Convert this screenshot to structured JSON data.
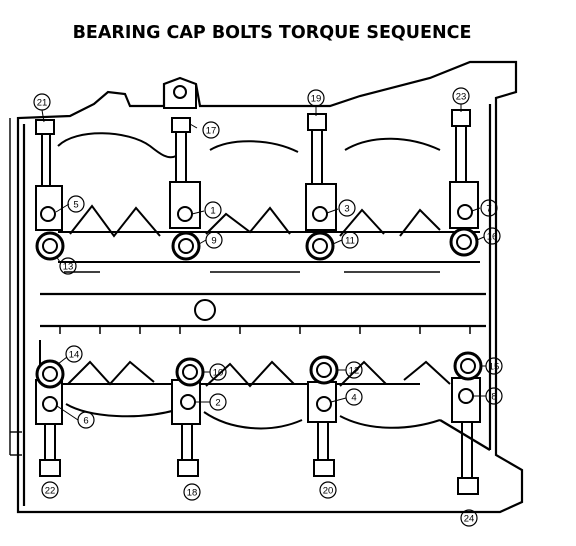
{
  "title": "BEARING CAP BOLTS TORQUE SEQUENCE",
  "callouts": [
    {
      "id": "c1",
      "label": "1"
    },
    {
      "id": "c2",
      "label": "2"
    },
    {
      "id": "c3",
      "label": "3"
    },
    {
      "id": "c4",
      "label": "4"
    },
    {
      "id": "c5",
      "label": "5"
    },
    {
      "id": "c6",
      "label": "6"
    },
    {
      "id": "c7",
      "label": "7"
    },
    {
      "id": "c8",
      "label": "8"
    },
    {
      "id": "c9",
      "label": "9"
    },
    {
      "id": "c10",
      "label": "10"
    },
    {
      "id": "c11",
      "label": "11"
    },
    {
      "id": "c12",
      "label": "12"
    },
    {
      "id": "c13",
      "label": "13"
    },
    {
      "id": "c14",
      "label": "14"
    },
    {
      "id": "c15",
      "label": "15"
    },
    {
      "id": "c16",
      "label": "16"
    },
    {
      "id": "c17",
      "label": "17"
    },
    {
      "id": "c18",
      "label": "18"
    },
    {
      "id": "c19",
      "label": "19"
    },
    {
      "id": "c20",
      "label": "20"
    },
    {
      "id": "c21",
      "label": "21"
    },
    {
      "id": "c22",
      "label": "22"
    },
    {
      "id": "c23",
      "label": "23"
    },
    {
      "id": "c24",
      "label": "24"
    }
  ]
}
